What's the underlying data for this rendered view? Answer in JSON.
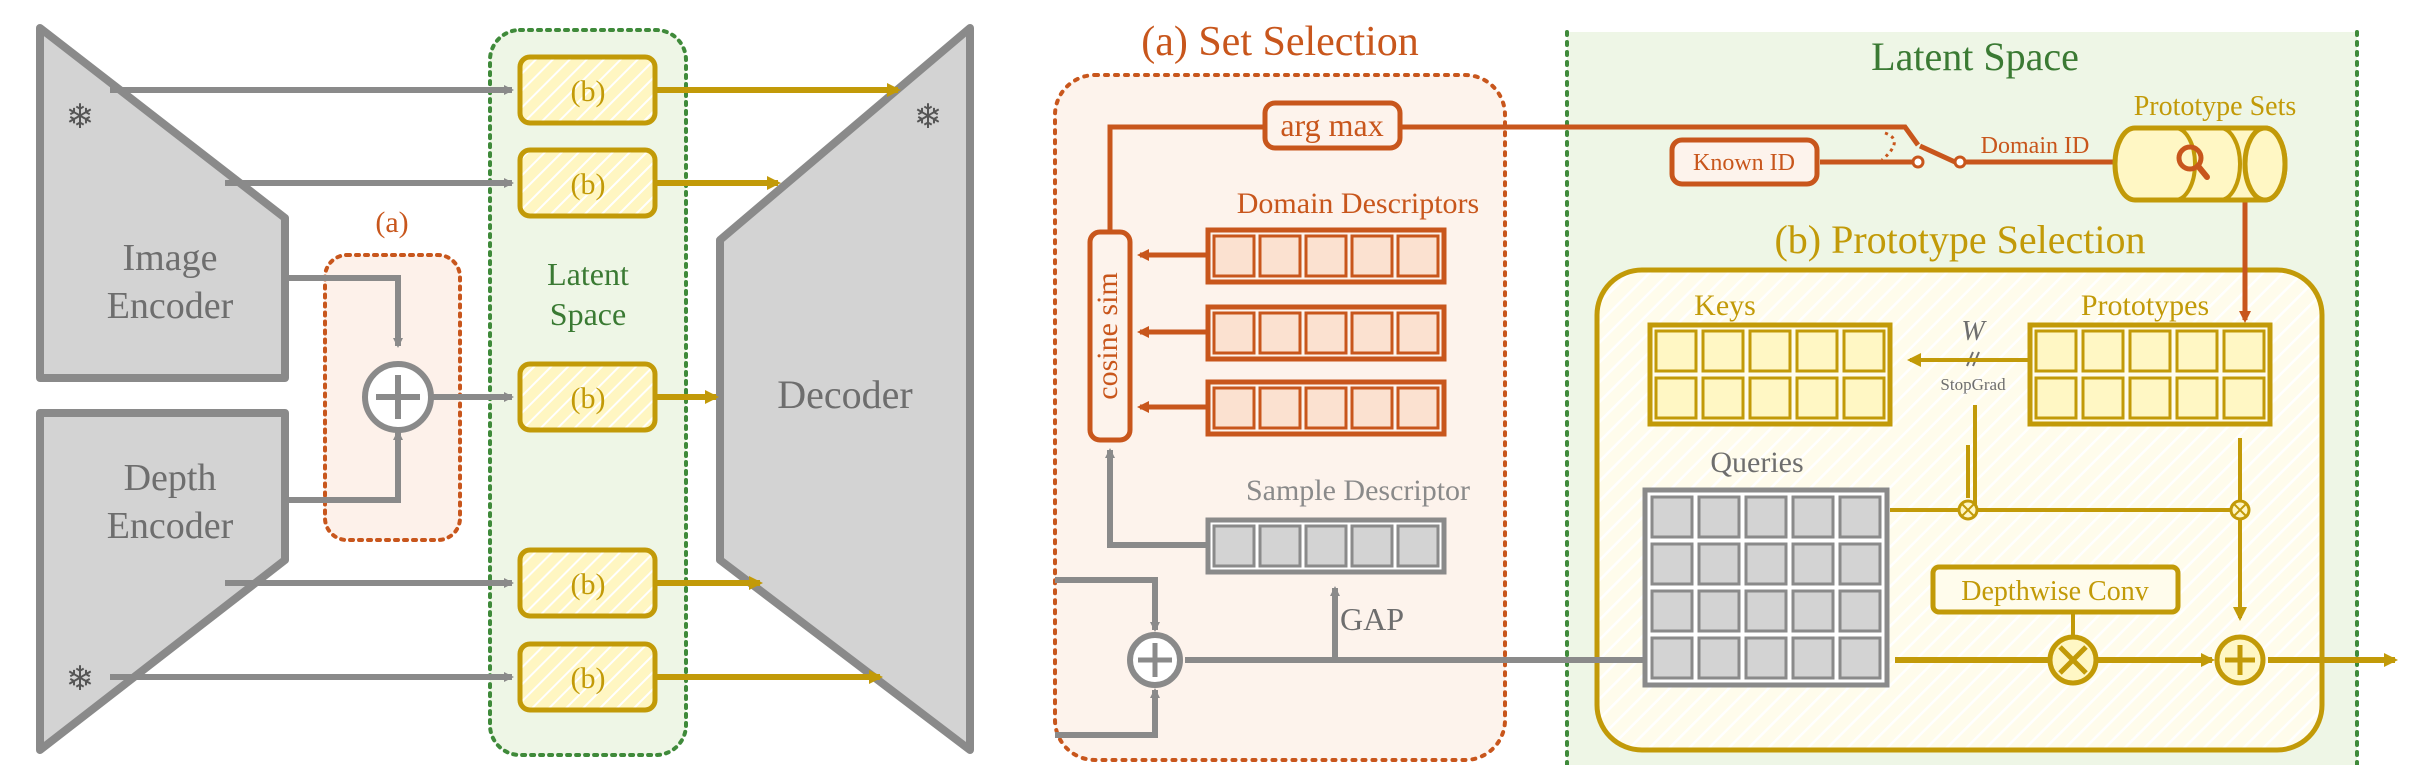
{
  "colors": {
    "gray": "#8a8a8a",
    "gray_fill": "#d3d3d3",
    "orange": "#c8561c",
    "orange_fill": "#fbe1d0",
    "gold": "#c29a08",
    "gold_fill": "#fff7c4",
    "green_dot": "#3f8a3a",
    "green_bg": "#eef6e6",
    "green_text": "#3a7a33"
  },
  "left": {
    "image_encoder": {
      "line1": "Image",
      "line2": "Encoder"
    },
    "depth_encoder": {
      "line1": "Depth",
      "line2": "Encoder"
    },
    "decoder": "Decoder",
    "fusion_label": "(a)",
    "latent_space": {
      "line1": "Latent",
      "line2": "Space"
    },
    "b_block_label": "(b)",
    "frozen_icon": "snowflake-icon"
  },
  "right": {
    "set_selection_title": "(a) Set Selection",
    "latent_space_title": "Latent Space",
    "arg_max": "arg max",
    "cosine_sim": "cosine sim",
    "domain_descriptors": "Domain Descriptors",
    "sample_descriptor": "Sample Descriptor",
    "gap": "GAP",
    "known_id": "Known ID",
    "domain_id": "Domain ID",
    "prototype_sets": "Prototype Sets",
    "prototype_selection_title": "(b) Prototype Selection",
    "keys": "Keys",
    "prototypes": "Prototypes",
    "w": "W",
    "stopgrad": "StopGrad",
    "queries": "Queries",
    "depthwise_conv": "Depthwise Conv",
    "database_icon": "search-icon"
  }
}
